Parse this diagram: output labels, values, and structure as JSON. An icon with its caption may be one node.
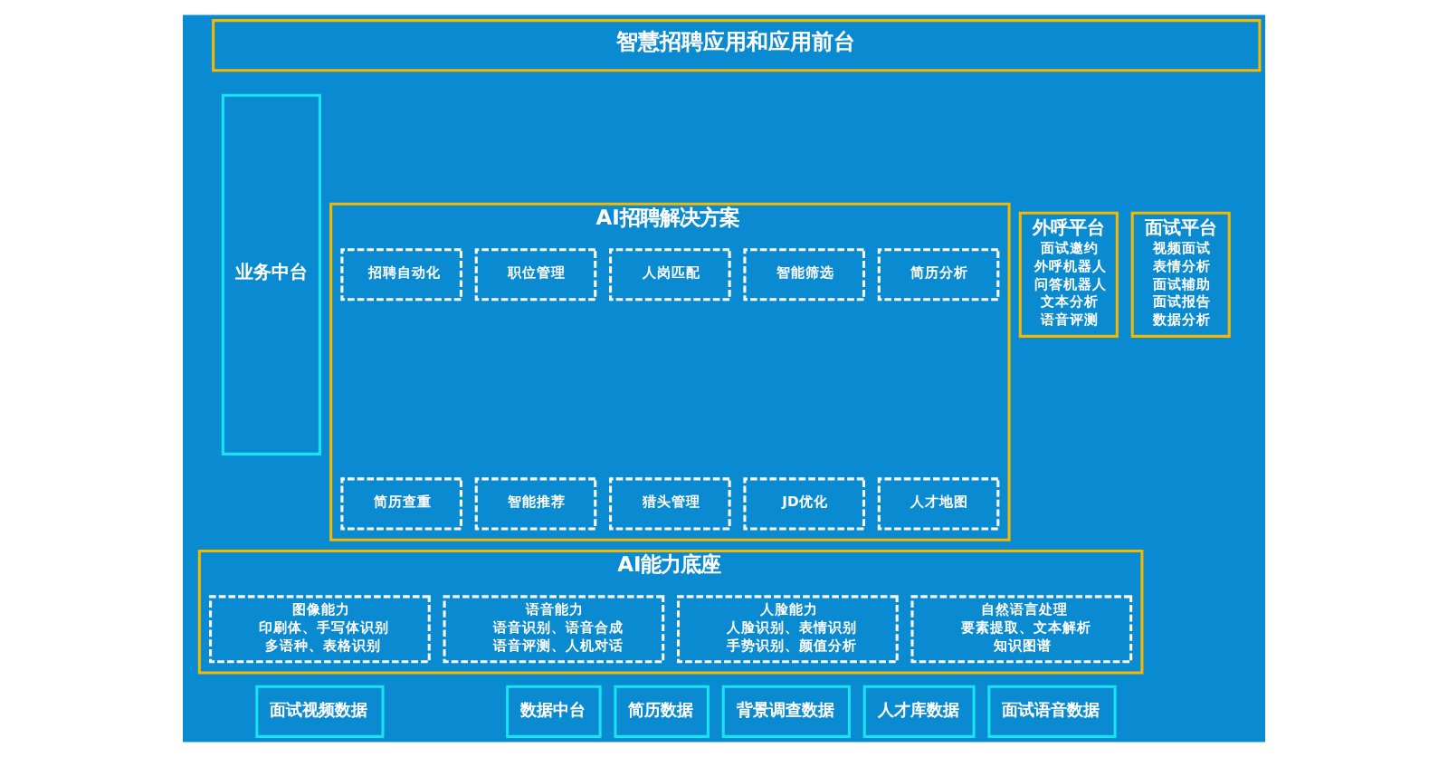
{
  "diagram": {
    "nodes": [
      {
        "text": [
          "智慧招聘应用和应用前台"
        ]
      },
      {
        "text": [
          "业务中台"
        ]
      },
      {
        "text": [
          "AI招聘解决方案"
        ]
      },
      {
        "text": [
          "职位管理"
        ],
        "in": 2
      },
      {
        "text": [
          "招聘自动化"
        ],
        "in": 2
      },
      {
        "text": [
          "简历分析"
        ],
        "in": 2
      },
      {
        "text": [
          "智能筛选"
        ],
        "in": 2
      },
      {
        "text": [
          "人岗匹配"
        ],
        "in": 2
      },
      {
        "text": [
          "智能推荐"
        ],
        "in": 2
      },
      {
        "text": [
          "简历查重"
        ],
        "in": 2
      },
      {
        "text": [
          "人才地图"
        ],
        "in": 2
      },
      {
        "text": [
          "JD优化"
        ],
        "in": 2
      },
      {
        "text": [
          "猎头管理"
        ],
        "in": 2
      },
      {
        "text": [
          "外呼平台",
          "面试邀约",
          "外呼机器人",
          "问答机器人",
          "文本分析",
          "语音评测"
        ]
      },
      {
        "text": [
          "面试平台",
          "视频面试",
          "表情分析",
          "面试辅助",
          "面试报告",
          "数据分析"
        ]
      },
      {
        "text": [
          "AI能力底座"
        ]
      },
      {
        "text": [
          "语音能力",
          "语音识别、语音合成",
          "语音评测、人机对话"
        ],
        "in": 15
      },
      {
        "text": [
          "图像能力",
          "印刷体、手写体识别",
          "多语种、表格识别"
        ],
        "in": 15
      },
      {
        "text": [
          "自然语言处理",
          "要素提取、文本解析",
          "知识图谱"
        ],
        "in": 15
      },
      {
        "text": [
          "人脸能力",
          "人脸识别、表情识别",
          "手势识别、颜值分析"
        ],
        "in": 15
      },
      {
        "text": [
          "数据中台"
        ]
      },
      {
        "text": [
          "面试视频数据"
        ]
      },
      {
        "text": [
          "面试语音数据"
        ]
      },
      {
        "text": [
          "背景调查数据"
        ]
      },
      {
        "text": [
          "人才库数据"
        ]
      },
      {
        "text": [
          "简历数据"
        ]
      }
    ],
    "edges": []
  }
}
